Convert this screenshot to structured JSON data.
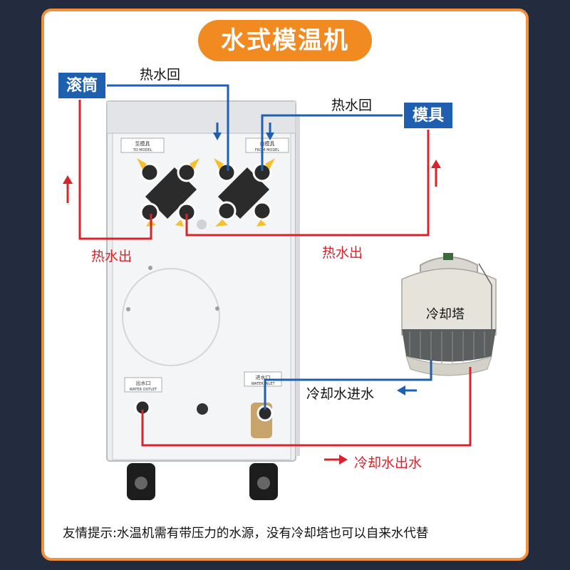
{
  "title": "水式模温机",
  "labels": {
    "roller": "滚筒",
    "mold": "模具",
    "cooling_tower": "冷却塔",
    "hot_return_left": "热水回",
    "hot_return_right": "热水回",
    "hot_out_left": "热水出",
    "hot_out_right": "热水出",
    "cool_in": "冷却水进水",
    "cool_out": "冷却水出水"
  },
  "panel_labels": {
    "to_model_cn": "至模具",
    "to_model_en": "TO MODEL",
    "from_model_cn": "自模具",
    "from_model_en": "FROM MODEL",
    "water_outlet_cn": "出水口",
    "water_outlet_en": "WATER OUTLET",
    "water_inlet_cn": "进水口",
    "water_inlet_en": "WATER INLET"
  },
  "note": "友情提示:水温机需有带压力的水源，没有冷却塔也可以自来水代替",
  "colors": {
    "background": "#232c3f",
    "border": "#f2913a",
    "title_bg": "#f28a22",
    "label_bg": "#1f5fb0",
    "hot_line": "#d8232a",
    "cold_line": "#1f5fb0"
  }
}
